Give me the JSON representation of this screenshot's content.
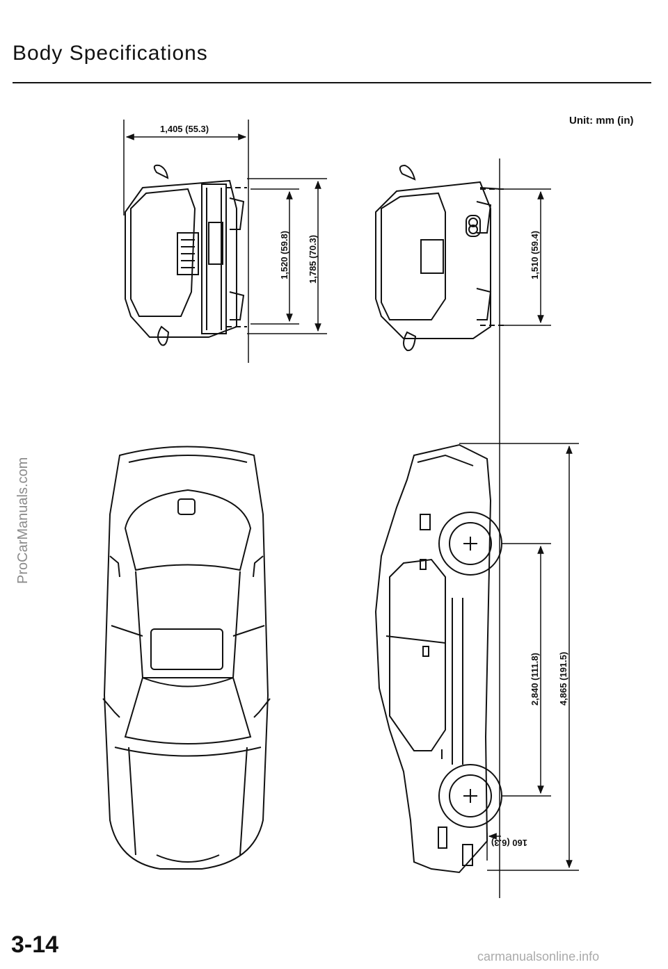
{
  "page": {
    "title": "Body Specifications",
    "unit_label": "Unit: mm (in)",
    "watermark": "ProCarManuals.com",
    "page_number": "3-14",
    "footer": "carmanualsonline.info"
  },
  "dimensions": {
    "front_track": "1,405 (55.3)",
    "front_height": "1,520 (59.8)",
    "overall_width": "1,785 (70.3)",
    "rear_height": "1,510 (59.4)",
    "wheelbase": "2,840 (111.8)",
    "overall_length": "4,865 (191.5)",
    "ground_clearance": "160 (6.3)"
  }
}
